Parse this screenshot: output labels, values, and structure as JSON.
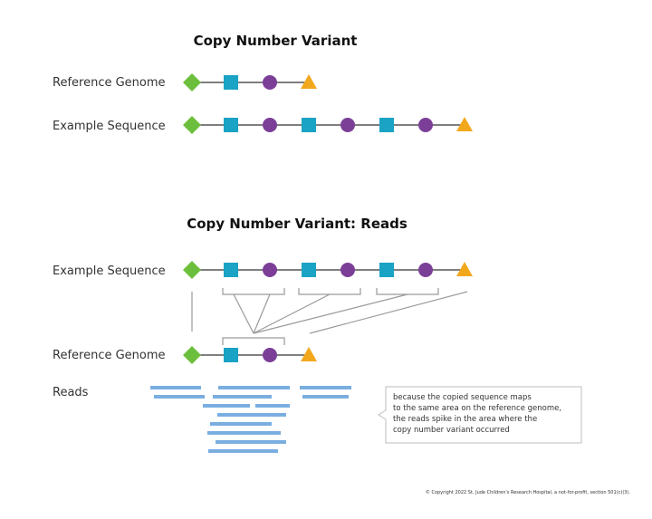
{
  "section1": {
    "title": "Copy Number Variant",
    "reference_label": "Reference Genome",
    "example_label": "Example Sequence"
  },
  "section2": {
    "title": "Copy Number Variant: Reads",
    "example_label": "Example Sequence",
    "reference_label": "Reference Genome",
    "reads_label": "Reads"
  },
  "callout": {
    "lines": [
      "because the copied sequence maps",
      "to the same area on the reference genome,",
      "the reads spike in the area where the",
      "copy number variant occurred"
    ]
  },
  "copyright": "© Copyright 2022 St. Jude Children's Research Hospital, a not-for-profit, section 501(c)(3).",
  "colors": {
    "diamond": "#6cbf3c",
    "square": "#1aa3c4",
    "circle": "#7b3f98",
    "triangle": "#f2a81d",
    "line": "#555555",
    "read": "#7aaee0",
    "connector": "#9a9a9a"
  },
  "sequences": {
    "reference": [
      "diamond-icon",
      "square-icon",
      "circle-icon",
      "triangle-icon"
    ],
    "example": [
      "diamond-icon",
      "square-icon",
      "circle-icon",
      "square-icon",
      "circle-icon",
      "square-icon",
      "circle-icon",
      "triangle-icon"
    ]
  }
}
